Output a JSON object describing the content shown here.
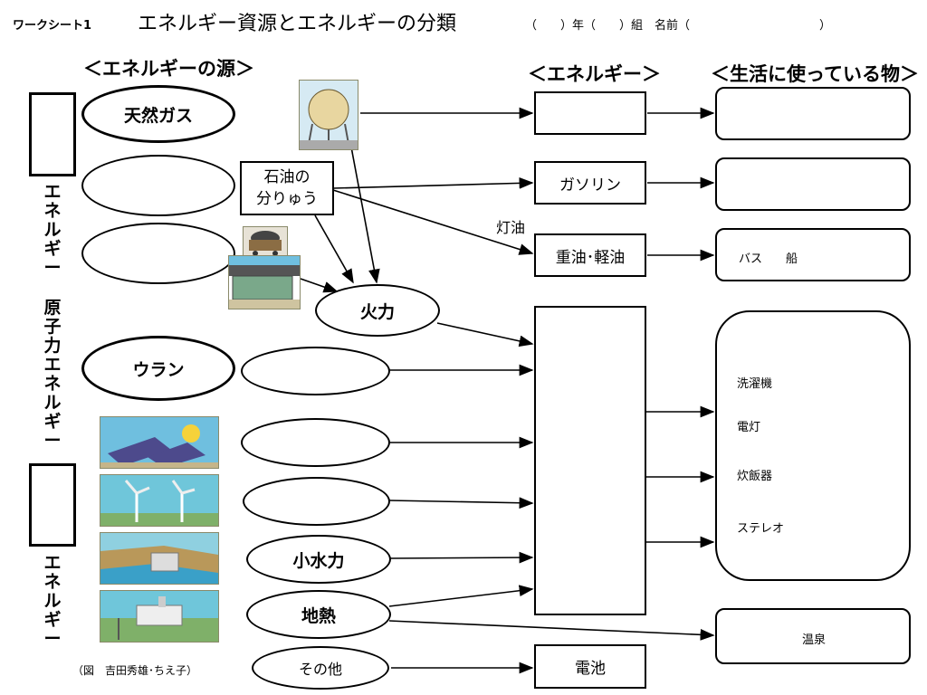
{
  "header": {
    "worksheet": "ワークシート1",
    "title": "エネルギー資源とエネルギーの分類",
    "meta": "（　　）年（　　）組　名前（　　　　　　　　　　　）"
  },
  "sections": {
    "sources": "＜エネルギーの源＞",
    "energy": "＜エネルギー＞",
    "uses": "＜生活に使っている物＞"
  },
  "side_labels": {
    "group1": "エネルギー",
    "nuclear": "原子力エネルギー",
    "group2": "エネルギー"
  },
  "sources": {
    "natural_gas": "天然ガス",
    "uranium": "ウラン",
    "small_hydro": "小水力",
    "geothermal": "地熱",
    "other": "その他"
  },
  "process": {
    "oil_refining": "石油の\n分りゅう",
    "thermal": "火力",
    "kerosene": "灯油"
  },
  "energy": {
    "gasoline": "ガソリン",
    "heavy_light_oil": "重油･軽油",
    "battery": "電池"
  },
  "uses": {
    "bus_ship": "バス　　船",
    "appliances": [
      "洗濯機",
      "電灯",
      "炊飯器",
      "ステレオ"
    ],
    "hot_spring": "温泉"
  },
  "credit": "（図　吉田秀雄･ちえ子）",
  "colors": {
    "line": "#000000",
    "sky": "#5fb4d8",
    "grass": "#7fb069",
    "earth": "#b9985a"
  }
}
